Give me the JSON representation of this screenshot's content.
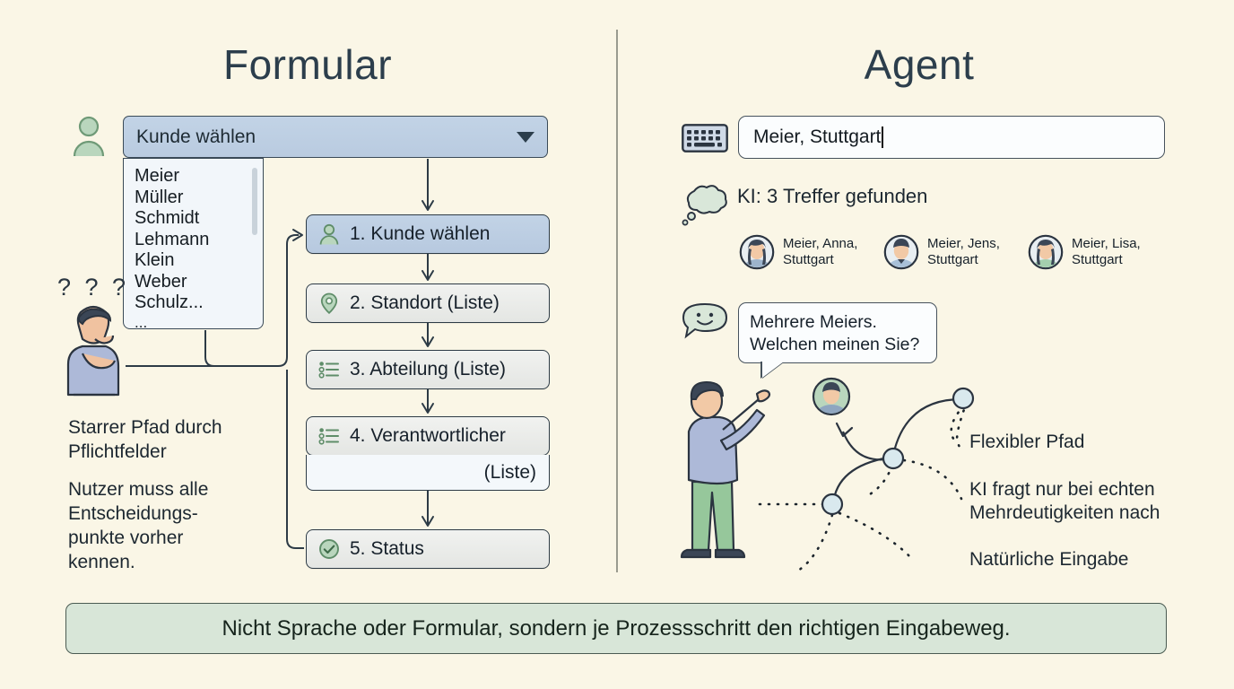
{
  "colors": {
    "background": "#faf6e6",
    "accent_blue": "#bdd0e4",
    "step_gray": "#eceeec",
    "banner_green": "#d8e6d8",
    "ink": "#24323c",
    "green_icon": "#a9cfae"
  },
  "left_panel": {
    "title": "Formular",
    "select": {
      "label": "Kunde wählen",
      "options": [
        "Meier",
        "Müller",
        "Schmidt",
        "Lehmann",
        "Klein",
        "Weber",
        "Schulz...",
        "..."
      ]
    },
    "steps": [
      {
        "label": "1. Kunde wählen",
        "icon": "person-icon",
        "active": true
      },
      {
        "label": "2. Standort (Liste)",
        "icon": "location-pin-icon",
        "active": false
      },
      {
        "label": "3. Abteilung (Liste)",
        "icon": "list-icon",
        "active": false
      },
      {
        "label": "4. Verantwortlicher",
        "icon": "list-icon",
        "active": false,
        "sub_label": "(Liste)"
      },
      {
        "label": "5. Status",
        "icon": "check-circle-icon",
        "active": false
      }
    ],
    "captions": [
      "Starrer Pfad durch\nPflichtfelder",
      "Nutzer muss alle\nEntscheidungs-\npunkte vorher\nkennen."
    ],
    "thinking_marks": "? ? ?"
  },
  "right_panel": {
    "title": "Agent",
    "input": {
      "value": "Meier, Stuttgart",
      "icon": "keyboard-icon"
    },
    "ki_status": {
      "text": "KI: 3 Treffer gefunden",
      "icon": "thought-cloud-icon"
    },
    "results": [
      {
        "name": "Meier, Anna,\nStuttgart",
        "avatar": "avatar-female-icon"
      },
      {
        "name": "Meier, Jens,\nStuttgart",
        "avatar": "avatar-male-icon"
      },
      {
        "name": "Meier, Lisa,\nStuttgart",
        "avatar": "avatar-female-icon"
      }
    ],
    "bubble": {
      "text": "Mehrere Meiers.\nWelchen meinen Sie?",
      "icon": "smiley-chat-icon"
    },
    "annotations": [
      "Flexibler Pfad",
      "KI fragt nur bei echten\nMehrdeutigkeiten nach",
      "Natürliche Eingabe"
    ]
  },
  "banner": {
    "text": "Nicht Sprache oder Formular, sondern je Prozessschritt den richtigen Eingabeweg."
  }
}
